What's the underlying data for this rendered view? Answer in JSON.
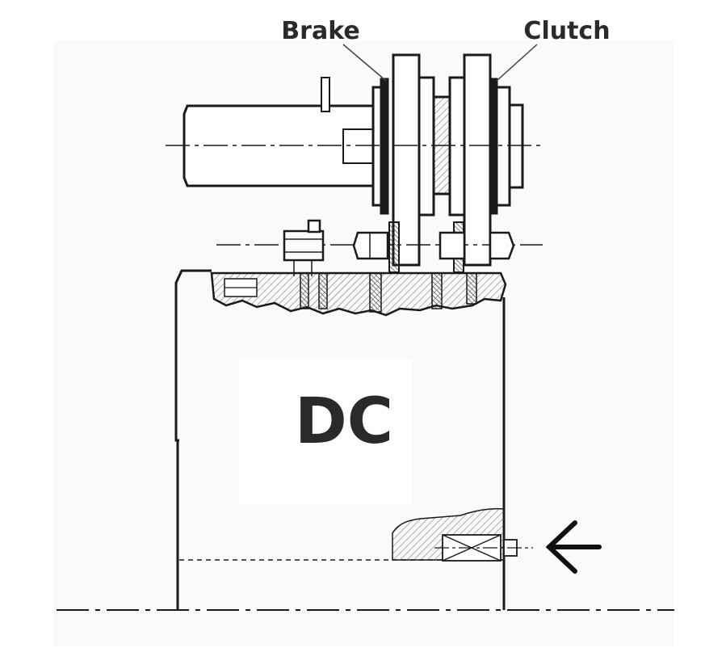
{
  "labels": {
    "brake": "Brake",
    "clutch": "Clutch",
    "motor": "DC"
  },
  "colors": {
    "ink": "#1a1a1a",
    "text": "#2a2a2a",
    "hatch": "#777777",
    "background": "#ffffff"
  },
  "icons": {
    "direction_arrow": "left-arrow-icon"
  }
}
